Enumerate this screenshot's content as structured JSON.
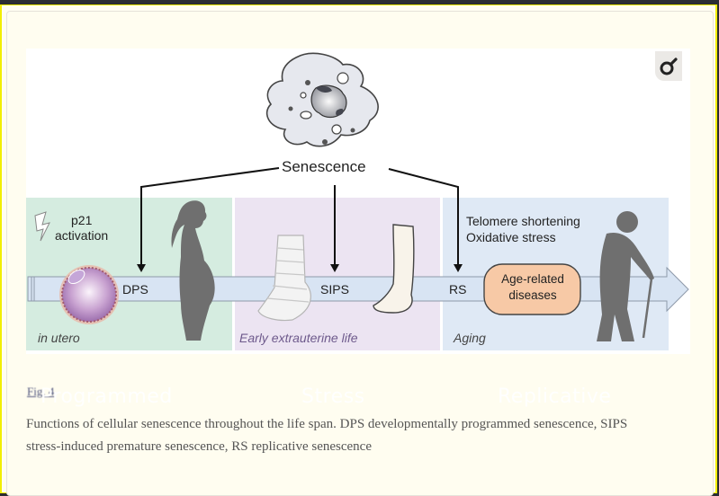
{
  "figure": {
    "top_label": "Senescence",
    "panels": [
      {
        "id": "in-utero",
        "caption": "in utero",
        "color": "#d5ece0",
        "caption_color": "#444444"
      },
      {
        "id": "early-life",
        "caption": "Early extrauterine life",
        "color": "#ece4f2",
        "caption_color": "#6e5a8c"
      },
      {
        "id": "aging",
        "caption": "Aging",
        "color": "#dfe9f5",
        "caption_color": "#444444"
      }
    ],
    "timeline_labels": {
      "dps": "DPS",
      "sips": "SIPS",
      "rs": "RS"
    },
    "p21_label_line1": "p21",
    "p21_label_line2": "activation",
    "telomere_line1": "Telomere shortening",
    "telomere_line2": "Oxidative stress",
    "age_box_line1": "Age-related",
    "age_box_line2": "diseases",
    "colors": {
      "timeline": "#d8e4f3",
      "age_box": "#f7c9a6",
      "silhouette": "#6f6f6f"
    }
  },
  "badge_icon": "female-symbol-icon",
  "fig_link": "Fig. 4",
  "caption": {
    "line1": "Functions of cellular senescence throughout the life span. DPS developmentally programmed senescence, SIPS",
    "line2": "stress-induced premature senescence, RS replicative senescence"
  },
  "watermarks": [
    "Programmed",
    "Stress",
    "Replicative"
  ]
}
